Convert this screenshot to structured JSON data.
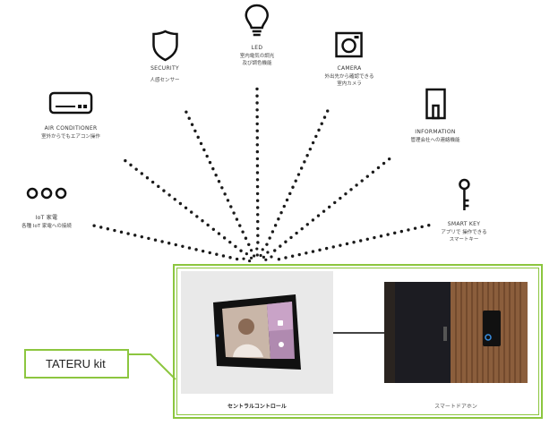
{
  "features": [
    {
      "id": "iot",
      "icon": "three-dots-icon",
      "title": "IoT 家電",
      "desc": "各種 IoT 家電への接続"
    },
    {
      "id": "aircon",
      "icon": "air-conditioner-icon",
      "title": "AIR CONDITIONER",
      "desc": "室外からでもエアコン操作"
    },
    {
      "id": "security",
      "icon": "shield-icon",
      "title": "SECURITY",
      "desc": "人感センサー"
    },
    {
      "id": "led",
      "icon": "light-bulb-icon",
      "title": "LED",
      "desc": "室内電気の調光\n及び調色機能"
    },
    {
      "id": "camera",
      "icon": "camera-icon",
      "title": "CAMERA",
      "desc": "外出先から確認できる\n室内カメラ"
    },
    {
      "id": "info",
      "icon": "information-panel-icon",
      "title": "INFORMATION",
      "desc": "管理会社への連絡機能"
    },
    {
      "id": "key",
      "icon": "key-icon",
      "title": "SMART KEY",
      "desc": "アプリで 操作できる\nスマートキー"
    }
  ],
  "kit": {
    "label": "TATERU kit",
    "panel_caption": "セントラルコントロール",
    "door_caption": "スマートドアホン"
  },
  "colors": {
    "accent": "#8cc63f",
    "dots": "#1a1a1a"
  }
}
